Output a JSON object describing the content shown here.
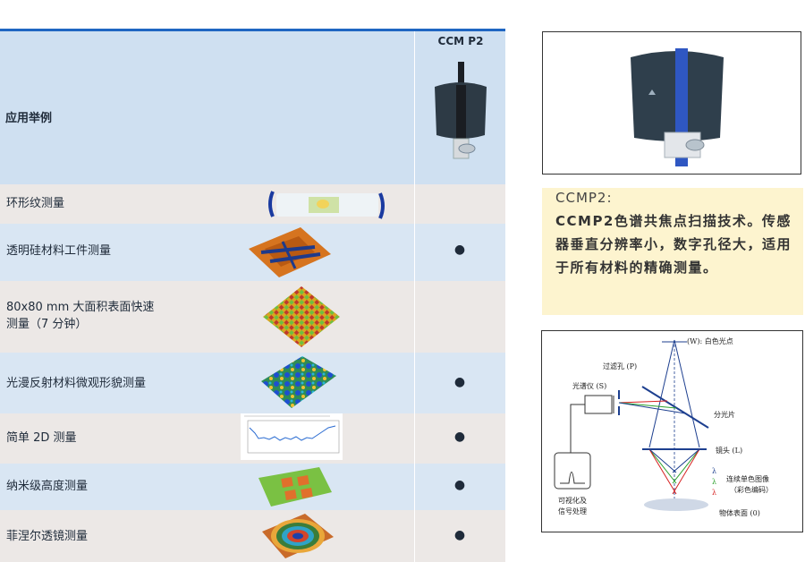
{
  "table": {
    "header_label": "应用举例",
    "column_name": "CCM P2",
    "rows": [
      {
        "name": "环形纹测量",
        "mark": ""
      },
      {
        "name": "透明硅材料工件测量",
        "mark": "●"
      },
      {
        "name": "80x80 mm 大面积表面快速\n测量（7 分钟）",
        "mark": ""
      },
      {
        "name": "光漫反射材料微观形貌测量",
        "mark": "●"
      },
      {
        "name": "简单 2D 测量",
        "mark": "●"
      },
      {
        "name": "纳米级高度测量",
        "mark": "●"
      },
      {
        "name": "菲涅尔透镜测量",
        "mark": "●"
      }
    ]
  },
  "note": {
    "title": "CCMP2:",
    "body": "CCMP2色谱共焦点扫描技术。传感器垂直分辨率小，数字孔径大，适用于所有材料的精确测量。"
  },
  "diagram": {
    "labels": {
      "white_point": "(W): 白色光点",
      "pinhole": "过滤孔 (P)",
      "spectrometer": "光谱仪 (S)",
      "beamsplitter": "分光片",
      "lens": "镜头 (L)",
      "lambda1": "λ",
      "lambda2": "λ",
      "lambda3": "λ",
      "mono_images": "连续单色图像",
      "color_coding": "（彩色编码）",
      "object": "物体表面 (0)",
      "visualize": "可视化及",
      "signal": "信号处理"
    }
  },
  "colors": {
    "header_bg": "#cfe0f1",
    "row_a": "#ece8e6",
    "row_b": "#d9e6f3",
    "note_bg": "#fdf4cf",
    "rule": "#1f66c2"
  }
}
